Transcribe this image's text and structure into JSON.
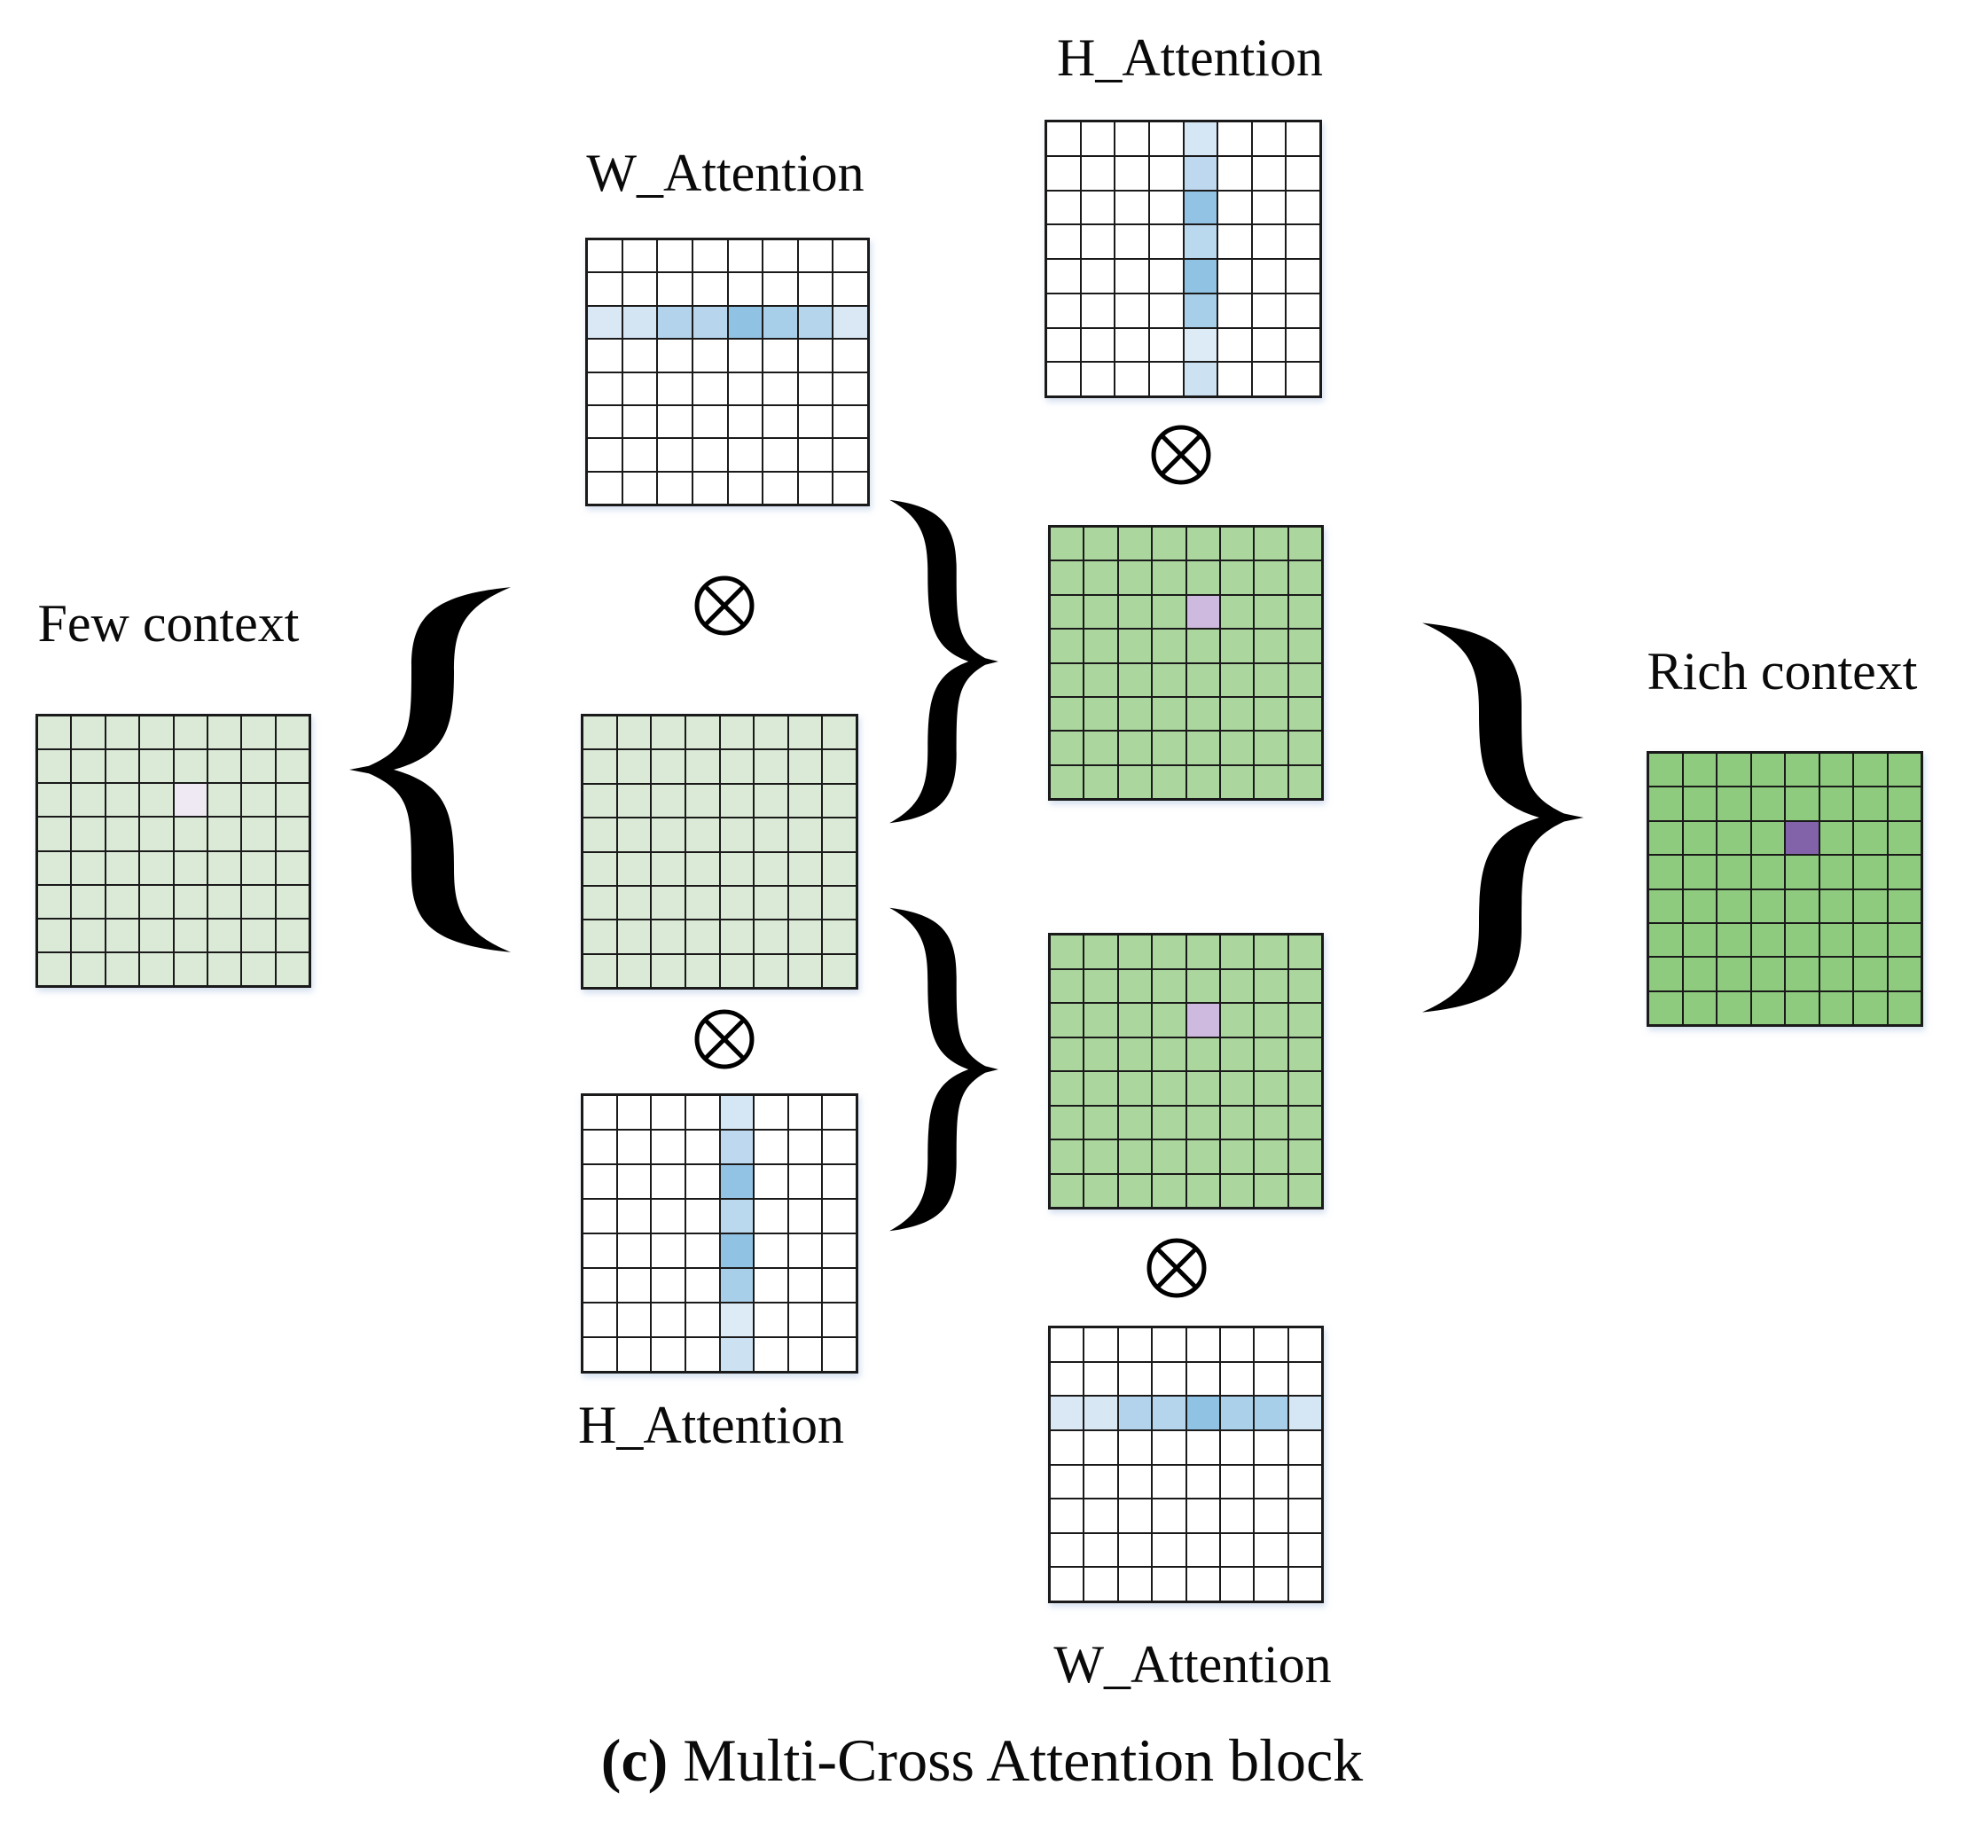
{
  "caption": {
    "prefix": "(c)",
    "text": " Multi-Cross Attention block"
  },
  "labels": {
    "few_context": "Few context",
    "rich_context": "Rich context",
    "w_attention_mid": "W_Attention",
    "h_attention_mid": "H_Attention",
    "h_attention_top": "H_Attention",
    "w_attention_bottom": "W_Attention"
  },
  "icons": {
    "otimes": "⊗",
    "brace_left": "{",
    "brace_right": "}"
  },
  "colors": {
    "background": "#ffffff",
    "grid_line": "#1a1a1a",
    "cell_white": "#ffffff",
    "light_green": "#dbead7",
    "mid_green": "#abd69e",
    "rich_green": "#8ecb7e",
    "lavender_light": "#efe9f4",
    "lavender": "#cdbade",
    "purple": "#8262a8",
    "blue_light": "#dae8f5",
    "blue_mid": "#aed2ea",
    "blue_dark": "#90c2e3"
  },
  "grids": {
    "few_context": {
      "rows": 8,
      "cols": 8,
      "cell": "light_green",
      "highlight": {
        "row": 3,
        "col": 5,
        "color": "lavender_light"
      }
    },
    "w_attention_mid": {
      "rows": 8,
      "cols": 8,
      "cell": "cell_white",
      "band": {
        "orientation": "row",
        "index": 3,
        "cell_colors": [
          "#dae8f5",
          "#d3e4f3",
          "#b2d3eb",
          "#b7d6ed",
          "#90c2e3",
          "#a8cfe9",
          "#b4d5ec",
          "#dae8f5"
        ]
      }
    },
    "center_green": {
      "rows": 8,
      "cols": 8,
      "cell": "light_green"
    },
    "h_attention_mid": {
      "rows": 8,
      "cols": 8,
      "cell": "cell_white",
      "band": {
        "orientation": "column",
        "index": 5,
        "cell_colors": [
          "#d5e6f4",
          "#bed9ef",
          "#93c3e4",
          "#bad8ee",
          "#90c2e3",
          "#a8cfe9",
          "#dcebf6",
          "#cce1f2"
        ]
      }
    },
    "h_attention_top": {
      "rows": 8,
      "cols": 8,
      "cell": "cell_white",
      "band": {
        "orientation": "column",
        "index": 5,
        "cell_colors": [
          "#d5e6f4",
          "#bed9ef",
          "#93c3e4",
          "#bad8ee",
          "#90c2e3",
          "#a8cfe9",
          "#dcebf6",
          "#cce1f2"
        ]
      }
    },
    "green_upper": {
      "rows": 8,
      "cols": 8,
      "cell": "mid_green",
      "highlight": {
        "row": 3,
        "col": 5,
        "color": "lavender"
      }
    },
    "green_lower": {
      "rows": 8,
      "cols": 8,
      "cell": "mid_green",
      "highlight": {
        "row": 3,
        "col": 5,
        "color": "lavender"
      }
    },
    "w_attention_bottom": {
      "rows": 8,
      "cols": 8,
      "cell": "cell_white",
      "band": {
        "orientation": "row",
        "index": 3,
        "cell_colors": [
          "#dae8f5",
          "#d8e7f4",
          "#b2d3eb",
          "#b4d5ec",
          "#90c2e3",
          "#aad0ea",
          "#a8cfe9",
          "#d5e6f4"
        ]
      }
    },
    "rich_context": {
      "rows": 8,
      "cols": 8,
      "cell": "rich_green",
      "highlight": {
        "row": 3,
        "col": 5,
        "color": "purple"
      }
    }
  }
}
